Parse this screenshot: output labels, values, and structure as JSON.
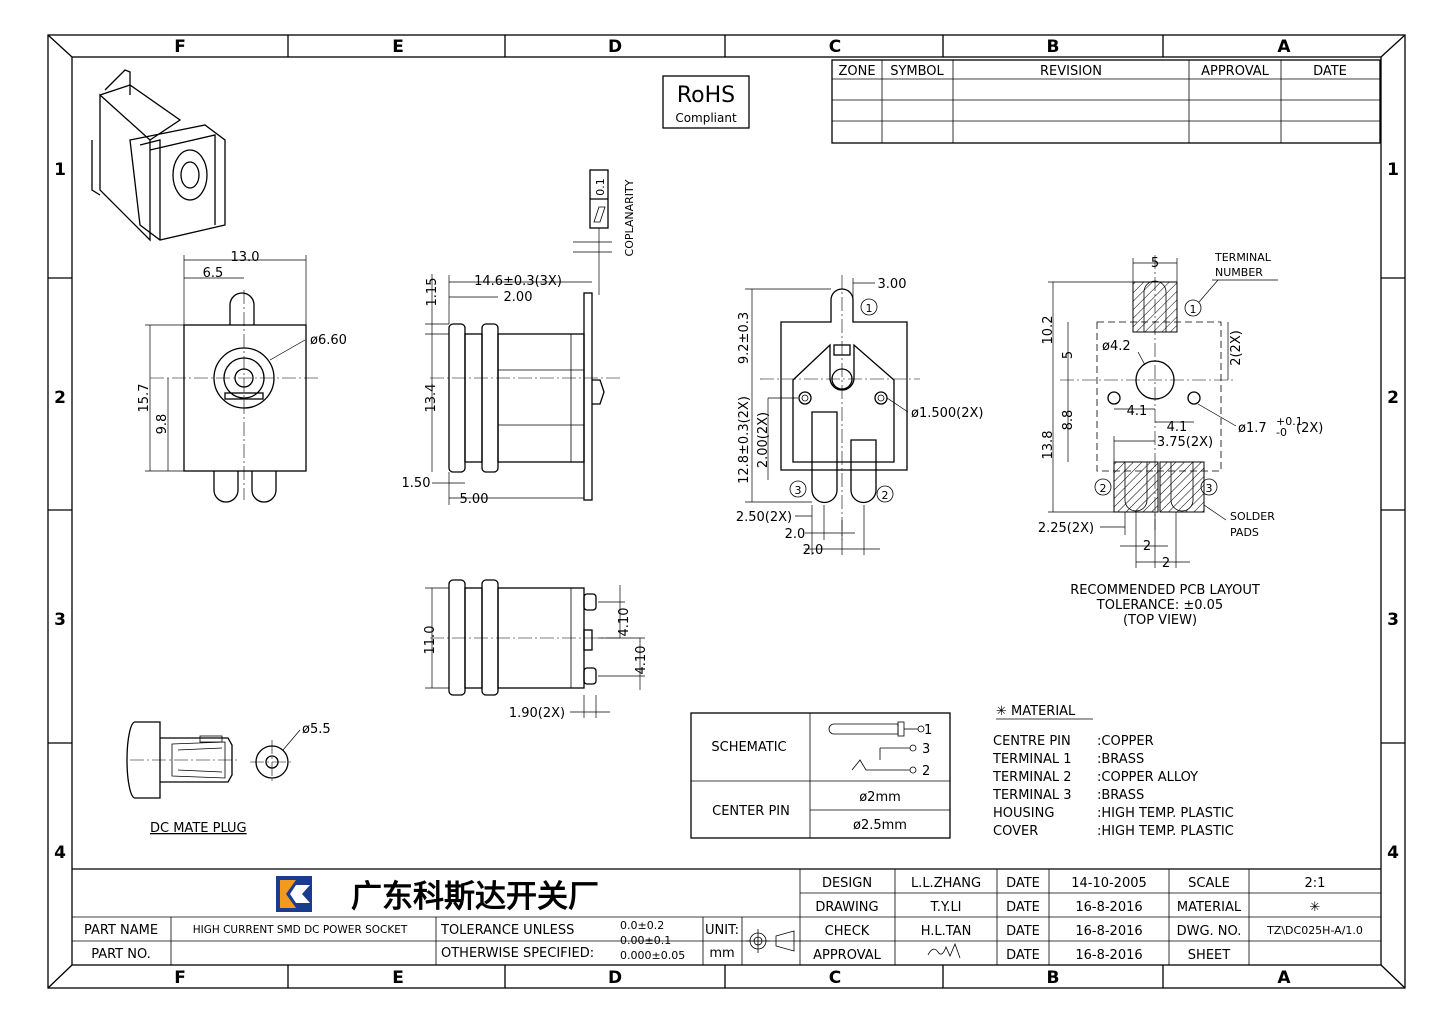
{
  "zones": {
    "columns": [
      "F",
      "E",
      "D",
      "C",
      "B",
      "A"
    ],
    "rows": [
      "1",
      "2",
      "3",
      "4"
    ]
  },
  "rohs": {
    "title": "RoHS",
    "subtitle": "Compliant"
  },
  "revision_table": {
    "headers": [
      "ZONE",
      "SYMBOL",
      "REVISION",
      "APPROVAL",
      "DATE"
    ]
  },
  "front_view": {
    "width": "13.0",
    "half_width": "6.5",
    "hole_dia": "ø6.60",
    "height": "15.7",
    "center_height": "9.8"
  },
  "side_view": {
    "coplanarity_value": "0.1",
    "coplanarity_label": "COPLANARITY",
    "pin_length": "14.6±0.3(3X)",
    "offset": "2.00",
    "top_step": "1.15",
    "height": "13.4",
    "flange": "1.50",
    "body_offset": "5.00"
  },
  "bottom_view": {
    "height": "11.0",
    "pin_pitch_1": "4.10",
    "pin_pitch_2": "4.10",
    "pin_width": "1.90(2X)"
  },
  "pin_view": {
    "top_width": "3.00",
    "pin1_height": "9.2±0.3",
    "pin_length": "12.8±0.3(2X)",
    "pin_width": "2.00(2X)",
    "hole_dia": "ø1.500(2X)",
    "pin_thick": "2.50(2X)",
    "pitch_a": "2.0",
    "pitch_b": "2.0",
    "pins": [
      "1",
      "2",
      "3"
    ]
  },
  "pcb_layout": {
    "terminal_label": "TERMINAL\nNUMBER",
    "terminal_label_1": "TERMINAL",
    "terminal_label_2": "NUMBER",
    "pad_width": "5",
    "height_total": "10.2",
    "pad_half": "5",
    "pad_count": "2(2X)",
    "center_hole": "ø4.2",
    "spacing_left": "4.1",
    "spacing_right": "4.1",
    "small_hole": "ø1.7",
    "small_hole_tol_plus": "+0.1",
    "small_hole_tol_minus": "-0",
    "small_hole_count": "(2X)",
    "height_lower": "8.8",
    "height_full": "13.8",
    "pad_offset": "3.75(2X)",
    "pad_depth": "2.25(2X)",
    "gap_a": "2",
    "gap_b": "2",
    "solder_1": "SOLDER",
    "solder_2": "PADS",
    "pins": [
      "1",
      "2",
      "3"
    ],
    "caption_1": "RECOMMENDED PCB LAYOUT",
    "caption_2": "TOLERANCE: ±0.05",
    "caption_3": "(TOP VIEW)"
  },
  "mate_plug": {
    "dia": "ø5.5",
    "label": "DC MATE PLUG"
  },
  "schematic_table": {
    "schematic_label": "SCHEMATIC",
    "center_pin_label": "CENTER PIN",
    "pin_options": [
      "ø2mm",
      "ø2.5mm"
    ],
    "terminals": [
      "1",
      "3",
      "2"
    ]
  },
  "material": {
    "title": "✳ MATERIAL",
    "rows": [
      {
        "part": "CENTRE PIN",
        "value": ":COPPER"
      },
      {
        "part": "TERMINAL 1",
        "value": ":BRASS"
      },
      {
        "part": "TERMINAL 2",
        "value": ":COPPER ALLOY"
      },
      {
        "part": "TERMINAL 3",
        "value": ":BRASS"
      },
      {
        "part": "HOUSING",
        "value": ":HIGH TEMP. PLASTIC"
      },
      {
        "part": "COVER",
        "value": ":HIGH TEMP. PLASTIC"
      }
    ]
  },
  "title_block": {
    "company": "广东科斯达开关厂",
    "part_name_label": "PART NAME",
    "part_name": "HIGH CURRENT SMD DC POWER SOCKET",
    "part_no_label": "PART NO.",
    "tolerance_1": "TOLERANCE UNLESS",
    "tolerance_2": "OTHERWISE SPECIFIED:",
    "tol_values": [
      "0.0±0.2",
      "0.00±0.1",
      "0.000±0.05"
    ],
    "unit_label": "UNIT:",
    "unit": "mm",
    "design_label": "DESIGN",
    "design_name": "L.L.ZHANG",
    "drawing_label": "DRAWING",
    "drawing_name": "T.Y.LI",
    "check_label": "CHECK",
    "check_name": "H.L.TAN",
    "approval_label": "APPROVAL",
    "date_label": "DATE",
    "dates": [
      "14-10-2005",
      "16-8-2016",
      "16-8-2016",
      "16-8-2016"
    ],
    "scale_label": "SCALE",
    "scale": "2:1",
    "material_label": "MATERIAL",
    "material": "✳",
    "dwg_label": "DWG. NO.",
    "dwg_no": "TZ\\DC025H-A/1.0",
    "sheet_label": "SHEET"
  }
}
